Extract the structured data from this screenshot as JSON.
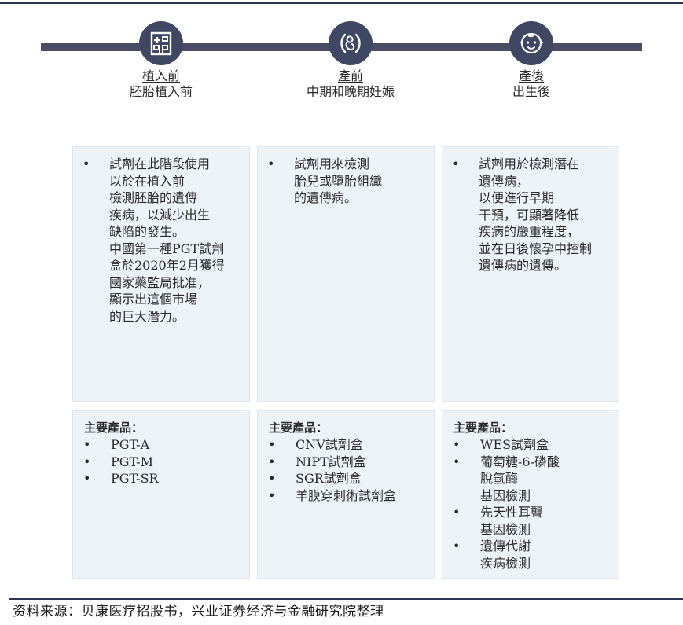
{
  "stages": [
    {
      "icon": "hospital-icon",
      "title": "植入前",
      "subtitle": "胚胎植入前",
      "description": "試劑在此階段使用\n以於在植入前\n檢測胚胎的遺傳\n疾病，以減少出生\n缺陷的發生。\n中國第一種PGT試劑\n盒於2020年2月獲得\n國家藥監局批准，\n顯示出這個市場\n的巨大潛力。",
      "products_heading": "主要產品：",
      "products": [
        "PGT-A",
        "PGT-M",
        "PGT-SR"
      ]
    },
    {
      "icon": "fetus-icon",
      "title": "產前",
      "subtitle": "中期和晚期妊娠",
      "description": "試劑用來檢測\n胎兒或墮胎組織\n的遺傳病。",
      "products_heading": "主要產品：",
      "products": [
        "CNV試劑盒",
        "NIPT試劑盒",
        "SGR試劑盒",
        "羊膜穿刺術試劑盒"
      ]
    },
    {
      "icon": "baby-face-icon",
      "title": "產後",
      "subtitle": "出生後",
      "description": "試劑用於檢測潛在\n遺傳病，\n以便進行早期\n干預，可顯著降低\n疾病的嚴重程度，\n並在日後懷孕中控制\n遺傳病的遺傳。",
      "products_heading": "主要產品：",
      "products": [
        "WES試劑盒",
        "葡萄糖-6-磷酸\n脫氫酶\n基因檢測",
        "先天性耳聾\n基因檢測",
        "遺傳代謝\n疾病檢測"
      ]
    }
  ],
  "bullet": "•",
  "source": "资料来源：贝康医疗招股书，兴业证券经济与金融研究院整理",
  "colors": {
    "icon_circle": "#3f4763",
    "timeline_bar": "#4a4d63",
    "box_bg": "#eef3f8",
    "rule": "#2d3552"
  }
}
